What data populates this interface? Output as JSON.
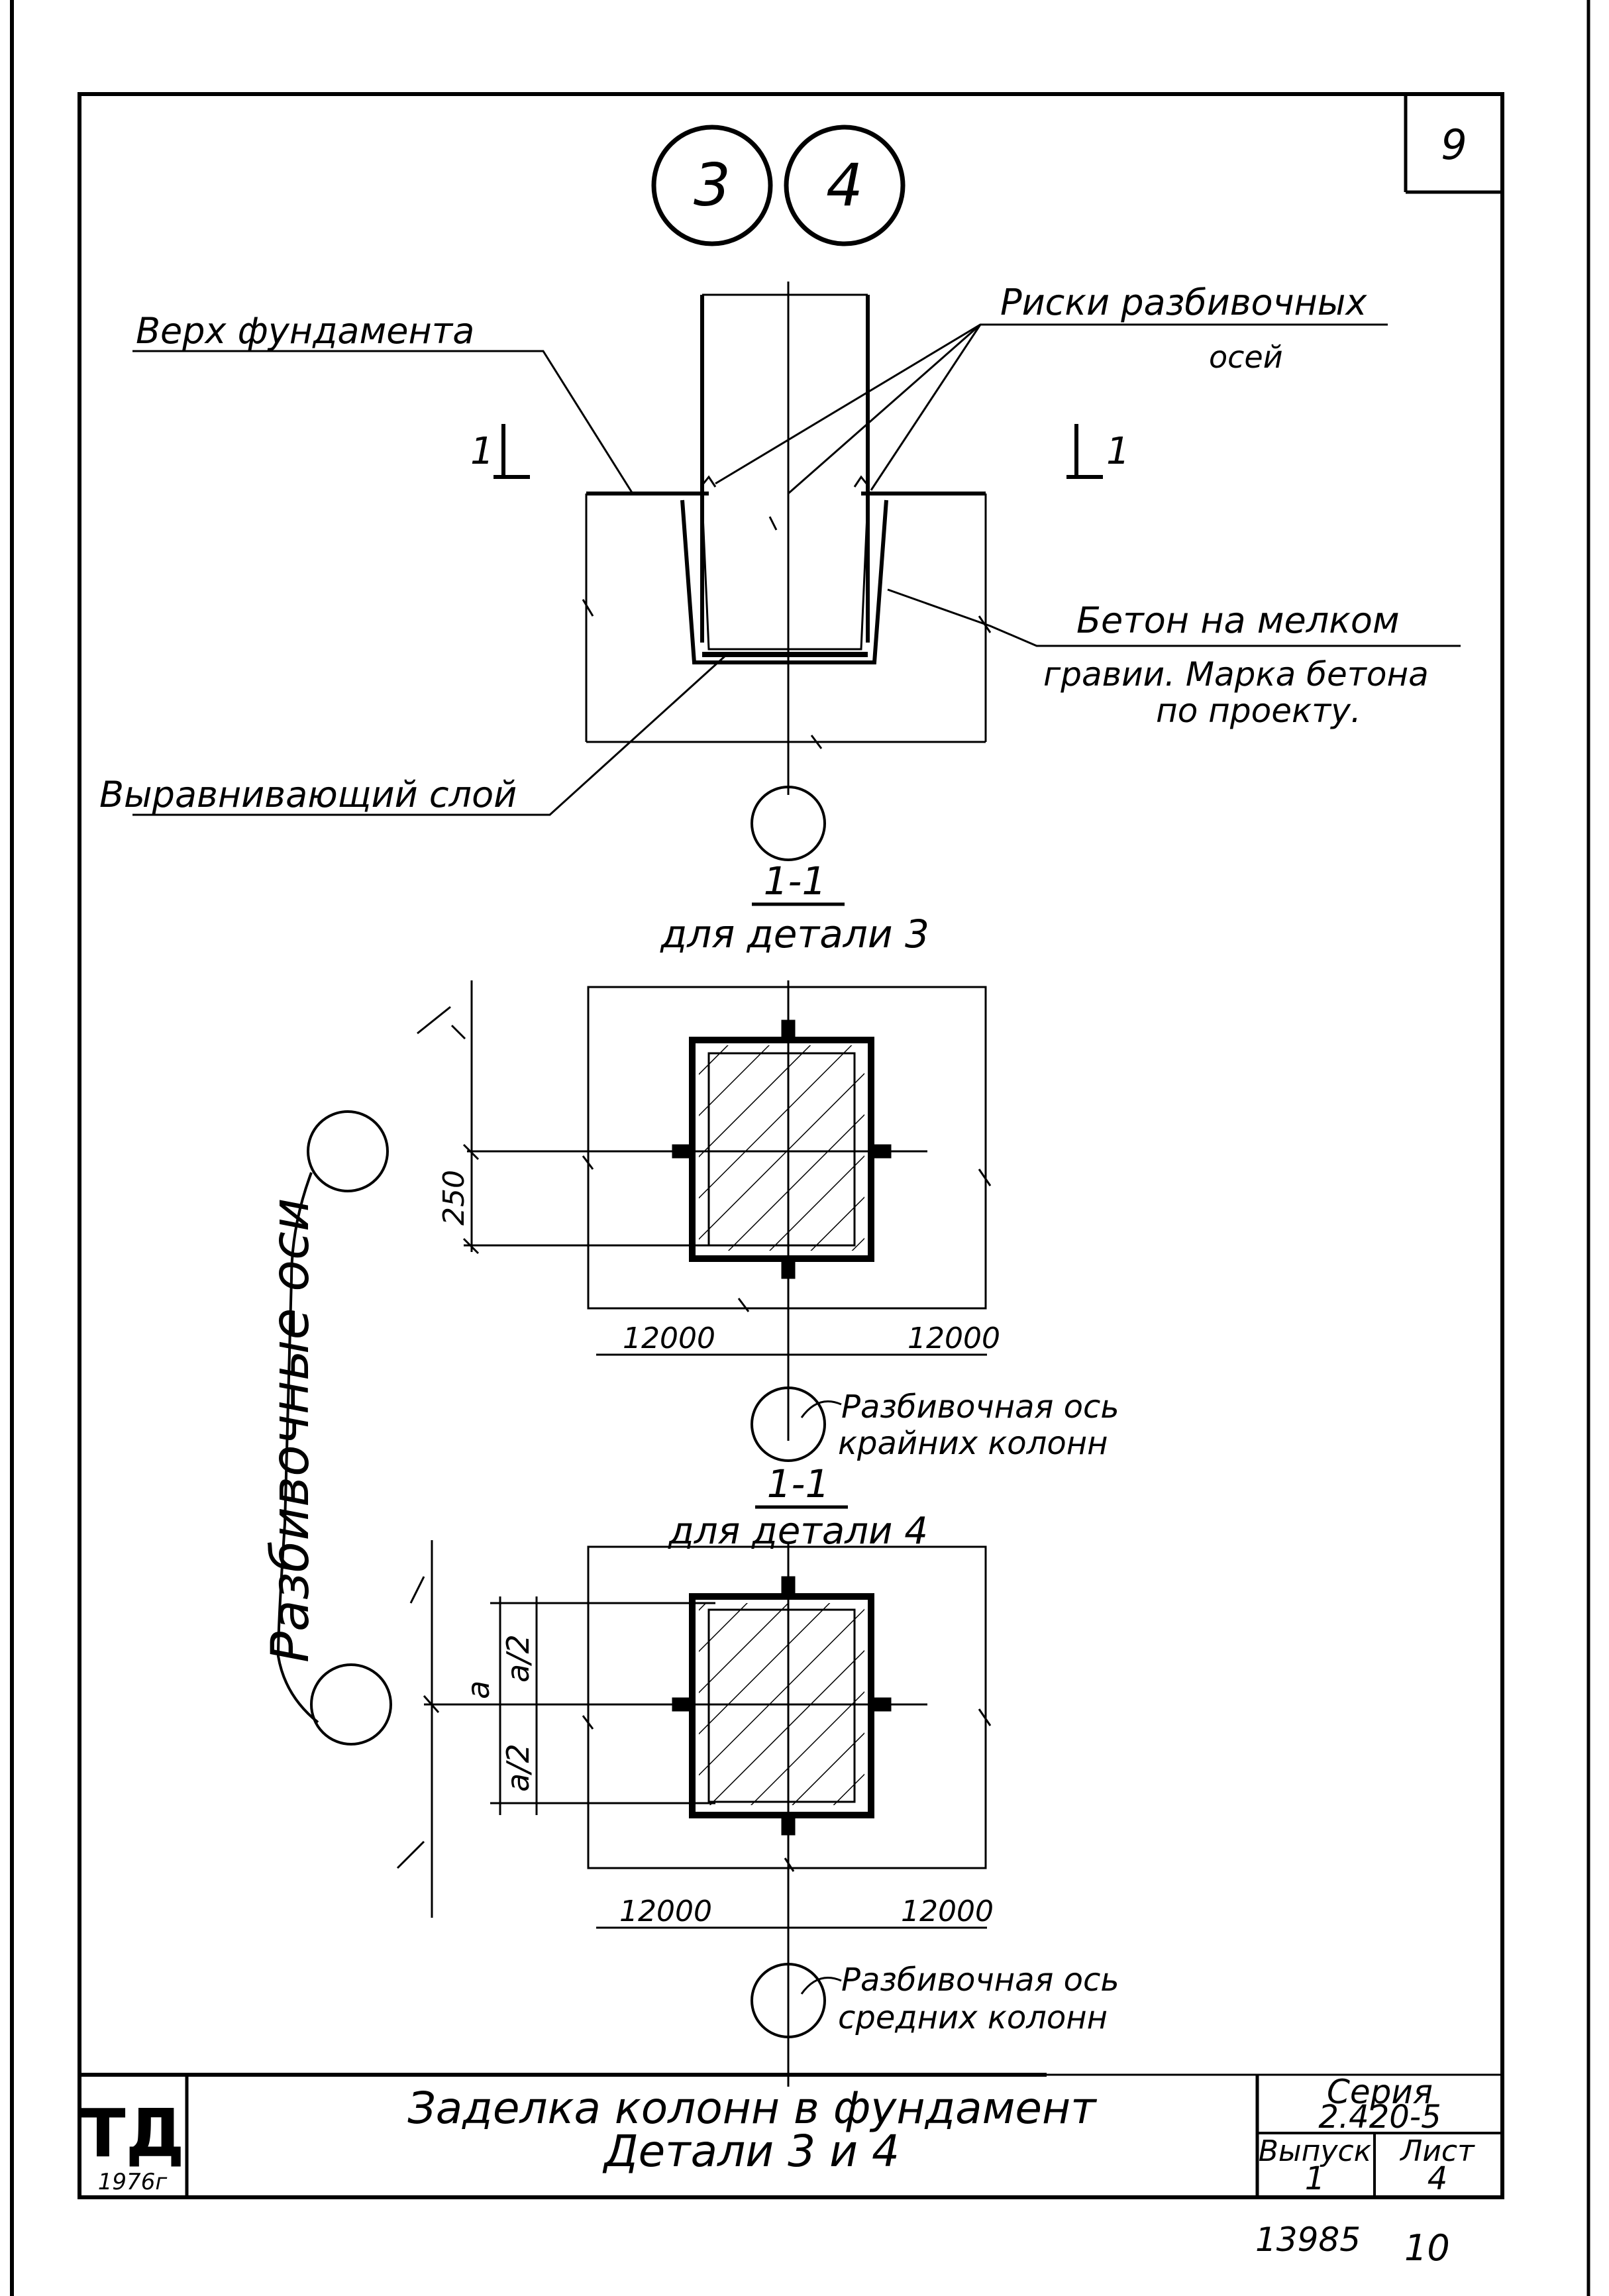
{
  "sheet_number_top": "9",
  "detail_markers": [
    "3",
    "4"
  ],
  "section_marker": "1",
  "labels": {
    "top_of_foundation": "Верх фундамента",
    "axis_marks_line1": "Риски разбивочных",
    "axis_marks_line2": "осей",
    "concrete_line1": "Бетон на мелком",
    "concrete_line2": "гравии. Марка бетона",
    "concrete_line3": "по проекту.",
    "leveling_layer": "Выравнивающий слой",
    "layout_axes_vertical": "Разбивочные оси"
  },
  "section3": {
    "title": "1-1",
    "subtitle": "для детали 3",
    "dim_vertical": "250",
    "dim_left": "12000",
    "dim_right": "12000",
    "axis_note_line1": "Разбивочная ось",
    "axis_note_line2": "крайних колонн"
  },
  "section4": {
    "title": "1-1",
    "subtitle": "для детали 4",
    "dim_a": "a",
    "dim_a_half_top": "a/2",
    "dim_a_half_bottom": "a/2",
    "dim_left": "12000",
    "dim_right": "12000",
    "axis_note_line1": "Разбивочная ось",
    "axis_note_line2": "средних колонн"
  },
  "title_block": {
    "logo": "ТД",
    "year": "1976г",
    "title_line1": "Заделка колонн в фундамент",
    "title_line2": "Детали 3 и 4",
    "series_label": "Серия",
    "series_value": "2.420-5",
    "issue_label": "Выпуск",
    "issue_value": "1",
    "sheet_label": "Лист",
    "sheet_value": "4"
  },
  "footer": {
    "code": "13985",
    "page": "10"
  }
}
